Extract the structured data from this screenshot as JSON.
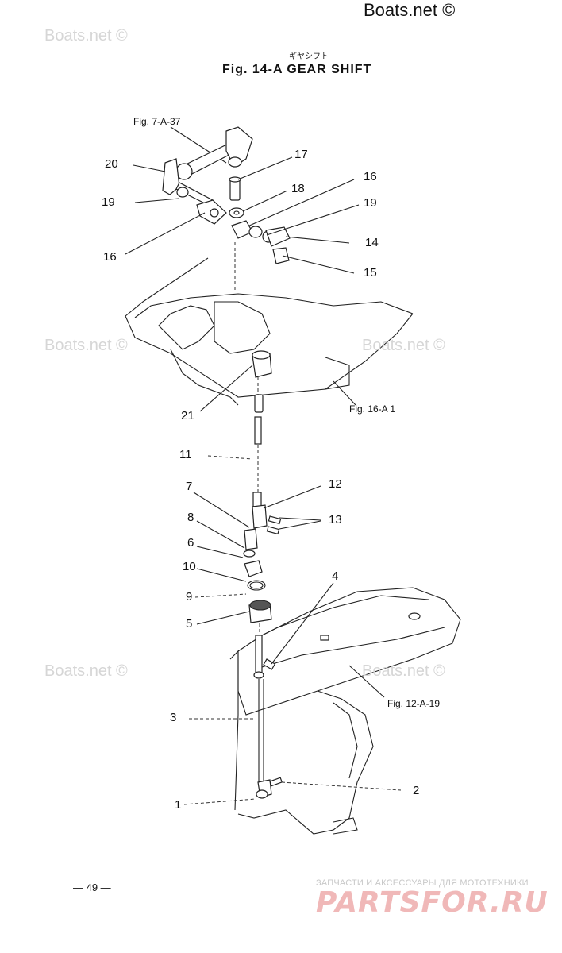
{
  "header": {
    "kana": "ギヤシフト",
    "title": "Fig. 14-A GEAR SHIFT"
  },
  "watermarks": {
    "main": "Boats.net ©",
    "faint": "Boats.net ©"
  },
  "refs": {
    "fig7": "Fig. 7-A-37",
    "fig16": "Fig. 16-A 1",
    "fig12": "Fig. 12-A-19"
  },
  "callouts": {
    "c1": "1",
    "c2": "2",
    "c3": "3",
    "c4": "4",
    "c5": "5",
    "c6": "6",
    "c7": "7",
    "c8": "8",
    "c9": "9",
    "c10": "10",
    "c11": "11",
    "c12": "12",
    "c13": "13",
    "c14": "14",
    "c15": "15",
    "c16a": "16",
    "c16b": "16",
    "c17": "17",
    "c18": "18",
    "c19a": "19",
    "c19b": "19",
    "c20": "20",
    "c21": "21"
  },
  "footer": {
    "page": "— 49 —",
    "promo": "ЗАПЧАСТИ И АКСЕССУАРЫ ДЛЯ МОТОТЕХНИКИ",
    "logo": "PARTSFOR.RU"
  }
}
